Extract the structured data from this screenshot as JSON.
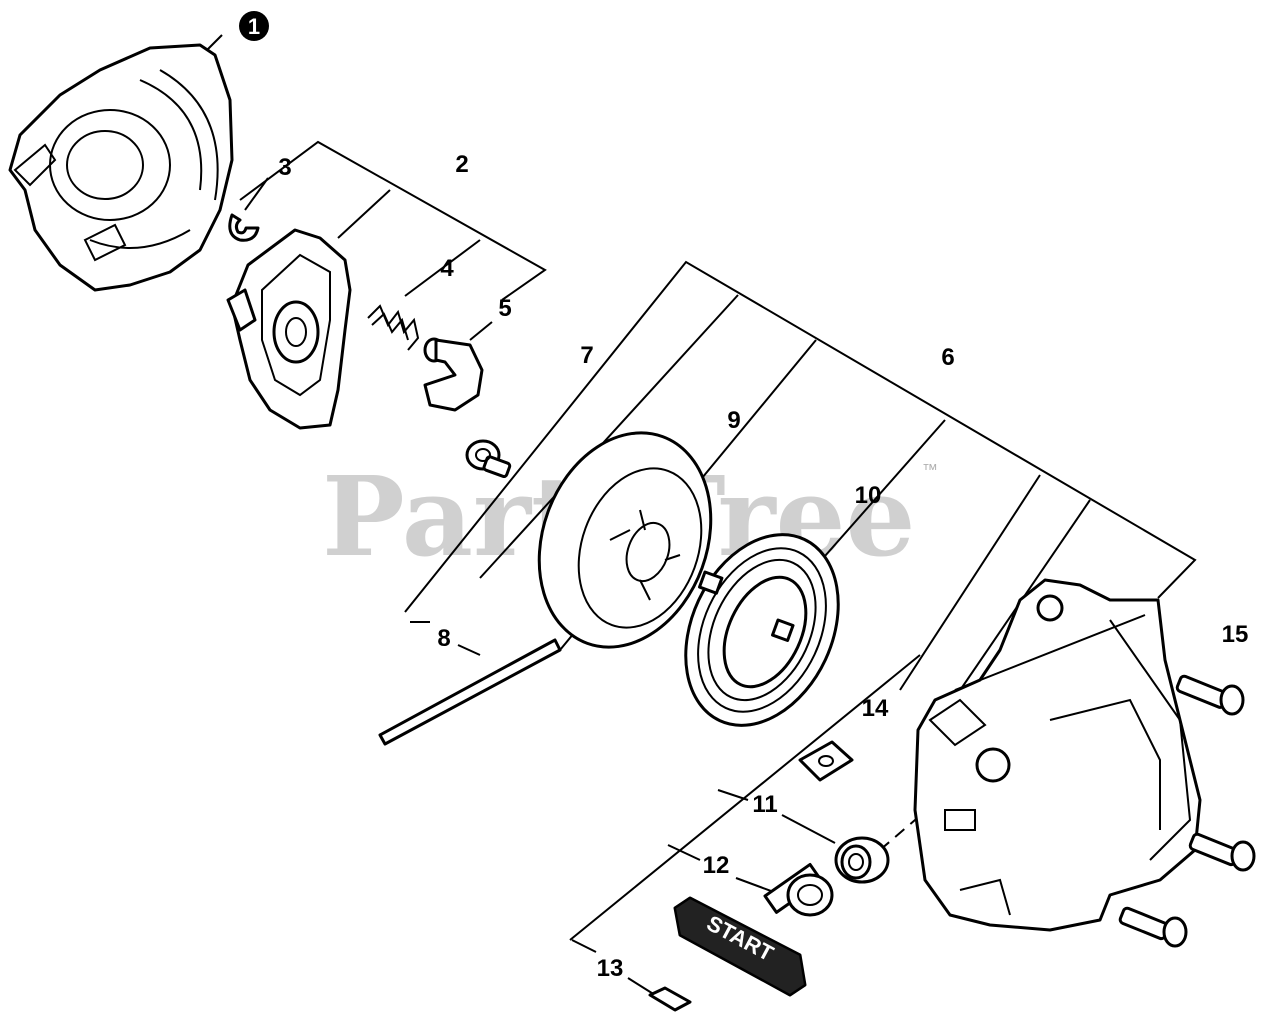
{
  "watermark": {
    "text": "PartsTree",
    "trademark": "™"
  },
  "callouts": {
    "c1": "1",
    "c2": "2",
    "c3": "3",
    "c4": "4",
    "c5": "5",
    "c6": "6",
    "c7": "7",
    "c8": "8",
    "c9": "9",
    "c10": "10",
    "c11": "11",
    "c12": "12",
    "c13": "13",
    "c14": "14",
    "c15": "15"
  },
  "handle_text": "START"
}
